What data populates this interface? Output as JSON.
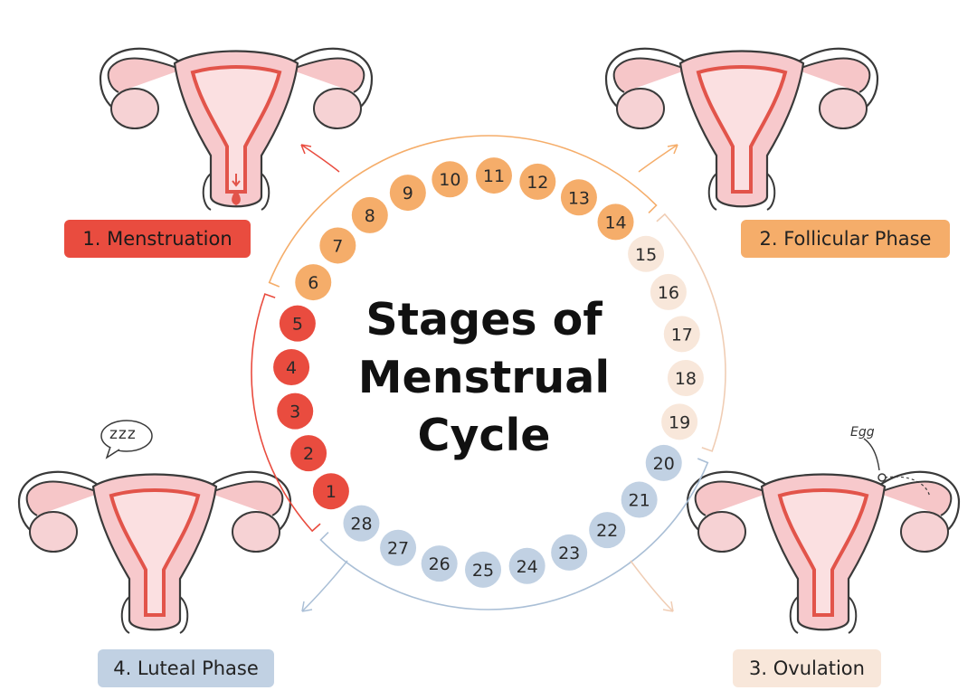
{
  "diagram": {
    "title_lines": [
      "Stages of",
      "Menstrual",
      "Cycle"
    ],
    "phases": [
      {
        "id": "menstruation",
        "label": "1. Menstruation",
        "color": "#e94c3f",
        "days": [
          1,
          5
        ]
      },
      {
        "id": "follicular",
        "label": "2. Follicular Phase",
        "color": "#f5ad6a",
        "days": [
          6,
          14
        ]
      },
      {
        "id": "ovulation",
        "label": "3. Ovulation",
        "color": "#f8e7da",
        "days": [
          15,
          19
        ]
      },
      {
        "id": "luteal",
        "label": "4. Luteal Phase",
        "color": "#c1d1e3",
        "days": [
          20,
          28
        ]
      }
    ],
    "days": [
      "1",
      "2",
      "3",
      "4",
      "5",
      "6",
      "7",
      "8",
      "9",
      "10",
      "11",
      "12",
      "13",
      "14",
      "15",
      "16",
      "17",
      "18",
      "19",
      "20",
      "21",
      "22",
      "23",
      "24",
      "25",
      "26",
      "27",
      "28"
    ],
    "annotations": {
      "sleep": "zzz",
      "egg": "Egg"
    },
    "icons": [
      "uterus-menstruation-icon",
      "uterus-follicular-icon",
      "uterus-ovulation-icon",
      "uterus-luteal-icon",
      "speech-bubble-icon",
      "blood-drop-icon"
    ]
  }
}
